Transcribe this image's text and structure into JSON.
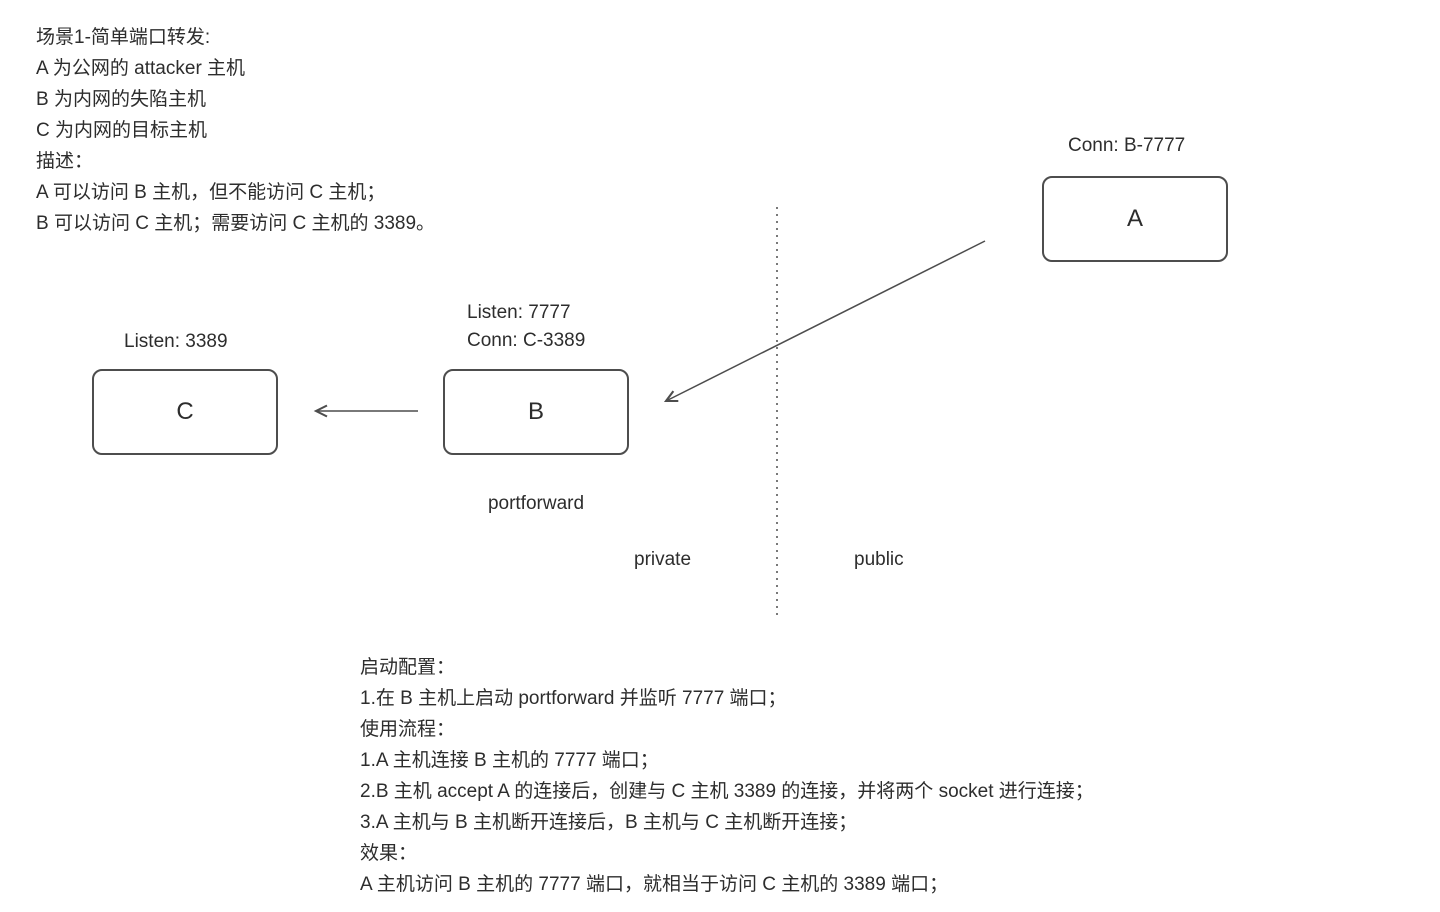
{
  "intro": {
    "lines": [
      "场景1-简单端口转发:",
      "A 为公网的 attacker 主机",
      "B 为内网的失陷主机",
      "C 为内网的目标主机",
      "描述：",
      "A 可以访问 B 主机，但不能访问 C 主机；",
      "B 可以访问 C 主机；需要访问 C 主机的 3389。"
    ]
  },
  "diagram": {
    "node_a": {
      "label": "A",
      "annotation": "Conn: B-7777"
    },
    "node_b": {
      "label": "B",
      "annotation_line1": "Listen: 7777",
      "annotation_line2": "Conn: C-3389",
      "caption": "portforward"
    },
    "node_c": {
      "label": "C",
      "annotation": "Listen: 3389"
    },
    "zone_left": "private",
    "zone_right": "public"
  },
  "notes": {
    "lines": [
      "启动配置：",
      "1.在 B 主机上启动 portforward 并监听 7777 端口；",
      "使用流程：",
      "1.A 主机连接 B 主机的 7777 端口；",
      "2.B 主机 accept A 的连接后，创建与 C 主机 3389 的连接，并将两个 socket 进行连接；",
      "3.A 主机与 B 主机断开连接后，B 主机与 C 主机断开连接；",
      "效果：",
      "A 主机访问 B 主机的 7777 端口，就相当于访问 C 主机的 3389 端口；"
    ]
  },
  "colors": {
    "text": "#2d2d2d",
    "line": "#4d4d4d",
    "background": "#ffffff"
  }
}
